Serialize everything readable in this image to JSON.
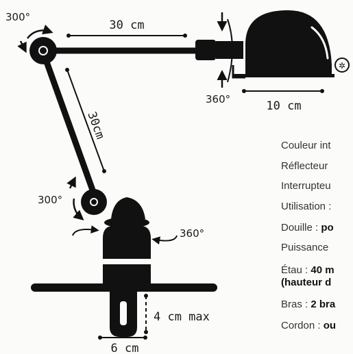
{
  "dimensions": {
    "arm_upper": "30 cm",
    "arm_lower": "30cm",
    "reflector": "10 cm",
    "clamp_opening": "4 cm max",
    "clamp_width": "6 cm"
  },
  "rotations": {
    "top_left_joint": "300°",
    "head_swivel": "360°",
    "lower_joint": "300°",
    "base_swivel": "360°"
  },
  "specs": [
    {
      "label": "Couleur int",
      "value": ""
    },
    {
      "label": "Réflecteur",
      "value": ""
    },
    {
      "label": "Interrupteu",
      "value": ""
    },
    {
      "label": "Utilisation :",
      "value": ""
    },
    {
      "label": "Douille : ",
      "value": "po"
    },
    {
      "label": "Puissance",
      "value": ""
    },
    {
      "label": "Étau : ",
      "value": "40 m"
    },
    {
      "label": "",
      "value": "(hauteur d"
    },
    {
      "label": "Bras : ",
      "value": "2 bra"
    },
    {
      "label": "Cordon : ",
      "value": "ou"
    }
  ],
  "colors": {
    "ink": "#111111",
    "text": "#333333",
    "background": "#fbfbfa"
  },
  "icons": [
    "rotate-arrow-icon",
    "bulb-symbol-icon"
  ]
}
